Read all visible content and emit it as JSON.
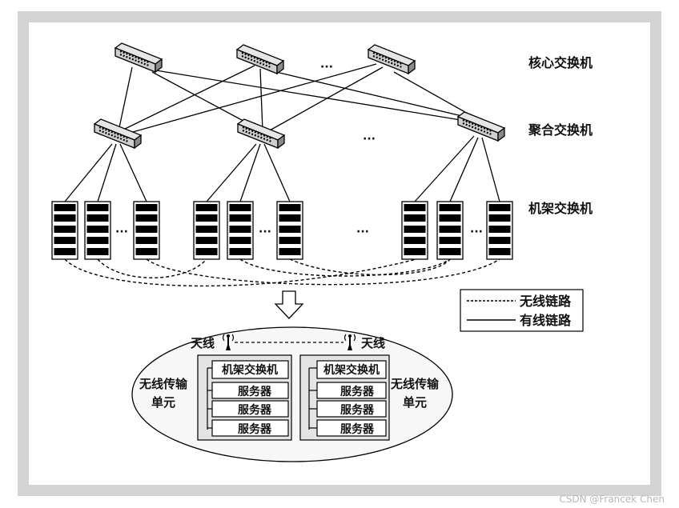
{
  "labels": {
    "core": "核心交换机",
    "agg": "聚合交换机",
    "rack": "机架交换机",
    "ellipsis": "···"
  },
  "legend": {
    "wireless": "无线链路",
    "wired": "有线链路"
  },
  "unit": {
    "antenna": "天线",
    "tx_unit_line1": "无线传输",
    "tx_unit_line2": "单元",
    "tor": "机架交换机",
    "server": "服务器"
  },
  "watermark": "CSDN @Francek Chen"
}
